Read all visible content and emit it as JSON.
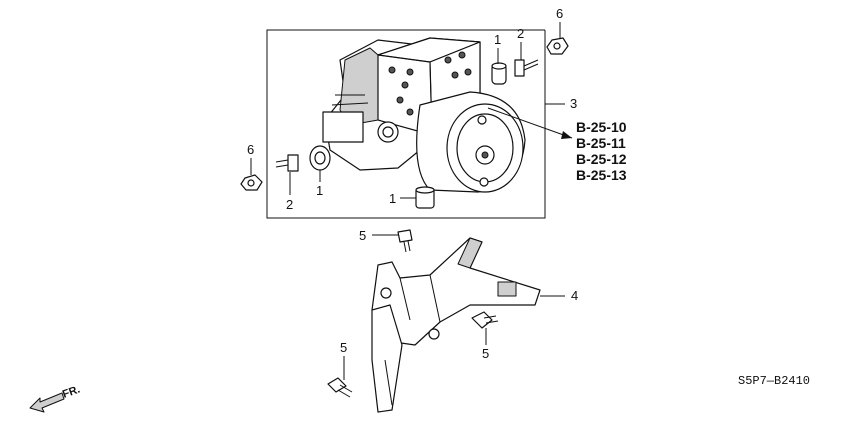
{
  "callouts": {
    "c1_top": "1",
    "c2_top": "2",
    "c6_top": "6",
    "c3": "3",
    "c6_left": "6",
    "c2_left": "2",
    "c1_left": "1",
    "c1_bottom": "1",
    "c5_top": "5",
    "c4": "4",
    "c5_right": "5",
    "c5_bottom": "5"
  },
  "references": [
    "B-25-10",
    "B-25-11",
    "B-25-12",
    "B-25-13"
  ],
  "diagram_code": "S5P7—B2410",
  "direction_label": "FR."
}
